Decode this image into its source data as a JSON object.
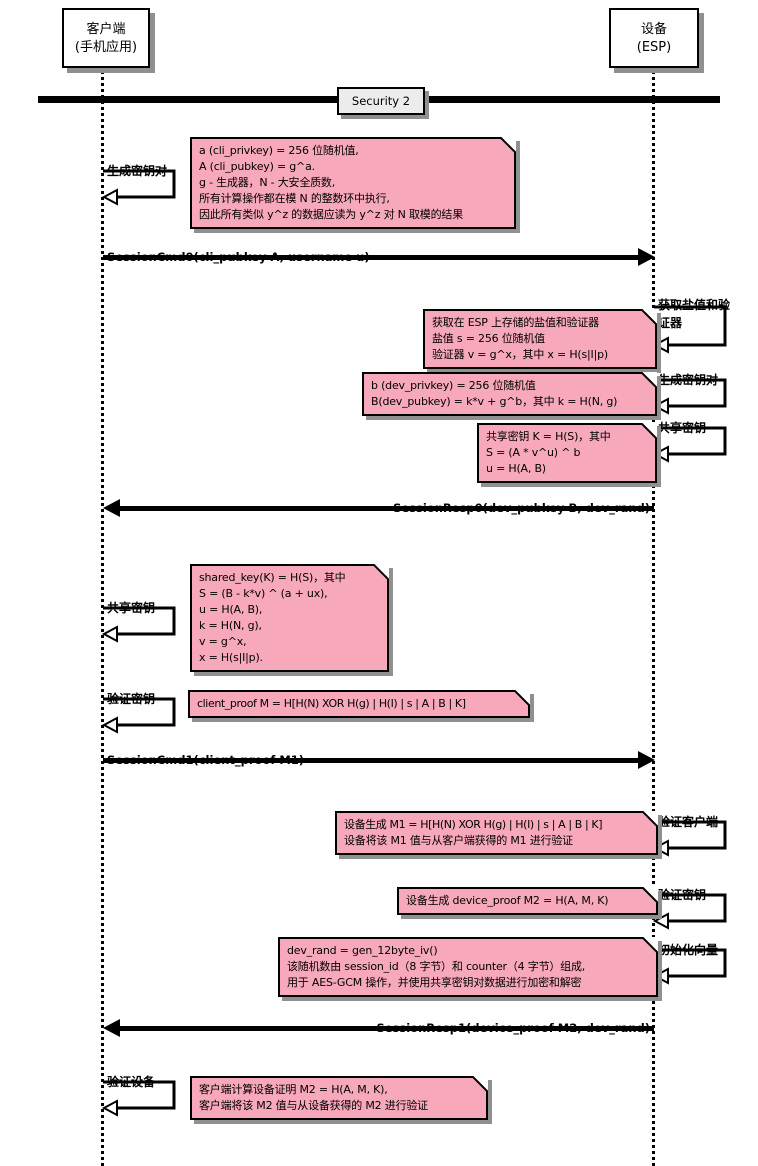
{
  "participants": {
    "client": [
      "客户端",
      "(手机应用)"
    ],
    "device": [
      "设备",
      "(ESP)"
    ]
  },
  "separator": {
    "label": "Security 2"
  },
  "messages": {
    "session_cmd0": "SessionCmd0(cli_pubkey A, username u)",
    "session_resp0": "SessionResp0(dev_pubkey B, dev_rand)",
    "session_cmd1": "SessionCmd1(client_proof M1)",
    "session_resp1": "SessionResp1(device_proof M2, dev_rand)"
  },
  "self_messages": {
    "client_generate_keypair": "生成密钥对",
    "device_obtain_salt_verifier": [
      "获取盐值和验",
      "证器"
    ],
    "device_generate_keypair": "生成密钥对",
    "device_shared_key": "共享密钥",
    "client_shared_key": "共享密钥",
    "client_proof_of_key": "验证密钥",
    "device_verify_client": "验证客户端",
    "device_proof_of_key": "验证密钥",
    "device_init_vector": "初始化向量",
    "client_verify_device": "验证设备"
  },
  "notes": {
    "client_keypair": [
      "a (cli_privkey) = 256 位随机值,",
      "A (cli_pubkey) = g^a.",
      "g - 生成器，N - 大安全质数,",
      "所有计算操作都在模 N 的整数环中执行,",
      "因此所有类似 y^z 的数据应读为 y^z 对 N 取模的结果"
    ],
    "device_salt_verifier": [
      "获取在 ESP 上存储的盐值和验证器",
      "盐值 s = 256 位随机值",
      "验证器 v = g^x，其中 x = H(s|I|p)"
    ],
    "device_keypair": [
      "b (dev_privkey) = 256 位随机值",
      "B(dev_pubkey) = k*v + g^b，其中 k = H(N, g)"
    ],
    "device_shared_key": [
      "共享密钥 K = H(S)，其中",
      "S = (A * v^u) ^ b",
      "u = H(A, B)"
    ],
    "client_shared_key": [
      "shared_key(K) = H(S)，其中",
      "S = (B - k*v) ^ (a + ux),",
      "u = H(A, B),",
      "k = H(N, g),",
      "v = g^x,",
      "x = H(s|I|p)."
    ],
    "client_proof": [
      "client_proof M = H[H(N) XOR H(g) | H(I) | s | A | B | K]"
    ],
    "device_verify_client": [
      "设备生成 M1 = H[H(N) XOR H(g) | H(I) | s | A | B | K]",
      "设备将该 M1 值与从客户端获得的 M1 进行验证"
    ],
    "device_proof": [
      "设备生成 device_proof M2 = H(A, M, K)"
    ],
    "device_iv": [
      "dev_rand = gen_12byte_iv()",
      "该随机数由 session_id（8 字节）和 counter（4 字节）组成,",
      "用于 AES-GCM 操作，并使用共享密钥对数据进行加密和解密"
    ],
    "client_verify_device": [
      "客户端计算设备证明 M2 = H(A, M, K),",
      "客户端将该 M2 值与从设备获得的 M2 进行验证"
    ]
  },
  "colors": {
    "note_bg": "#f7a8ba",
    "shadow": "#909090",
    "separator_bg": "#ececec"
  }
}
